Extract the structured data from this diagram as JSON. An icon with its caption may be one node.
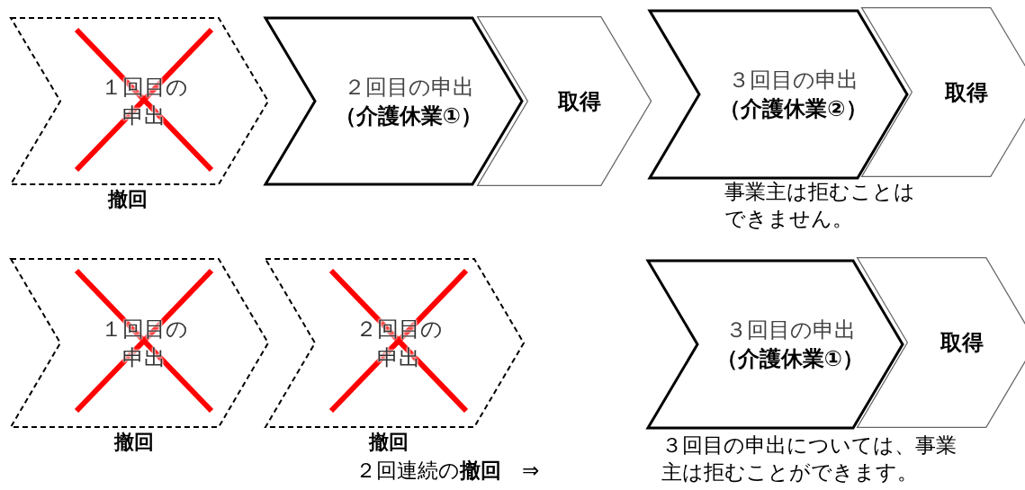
{
  "diagram": {
    "nodes": [
      {
        "text": [
          "１回目の申出"
        ],
        "beside": [
          "撤回"
        ]
      },
      {
        "text": [
          "２回目の申出",
          "（介護休業①）"
        ]
      },
      {
        "text": [
          "取得"
        ]
      },
      {
        "text": [
          "３回目の申出",
          "（介護休業②）"
        ]
      },
      {
        "text": [
          "取得"
        ]
      },
      {
        "text": [
          "１回目の申出"
        ],
        "beside": [
          "撤回"
        ]
      },
      {
        "text": [
          "２回目の申出"
        ],
        "beside": [
          "撤回"
        ]
      },
      {
        "text": [
          "３回目の申出",
          "（介護休業①）"
        ]
      },
      {
        "text": [
          "取得"
        ]
      }
    ],
    "labels": [
      "事業主は拒むことはできません。",
      "２回連続の**撤回**　⇒",
      "３回目の申出については、事業主は拒むことができます。"
    ]
  }
}
